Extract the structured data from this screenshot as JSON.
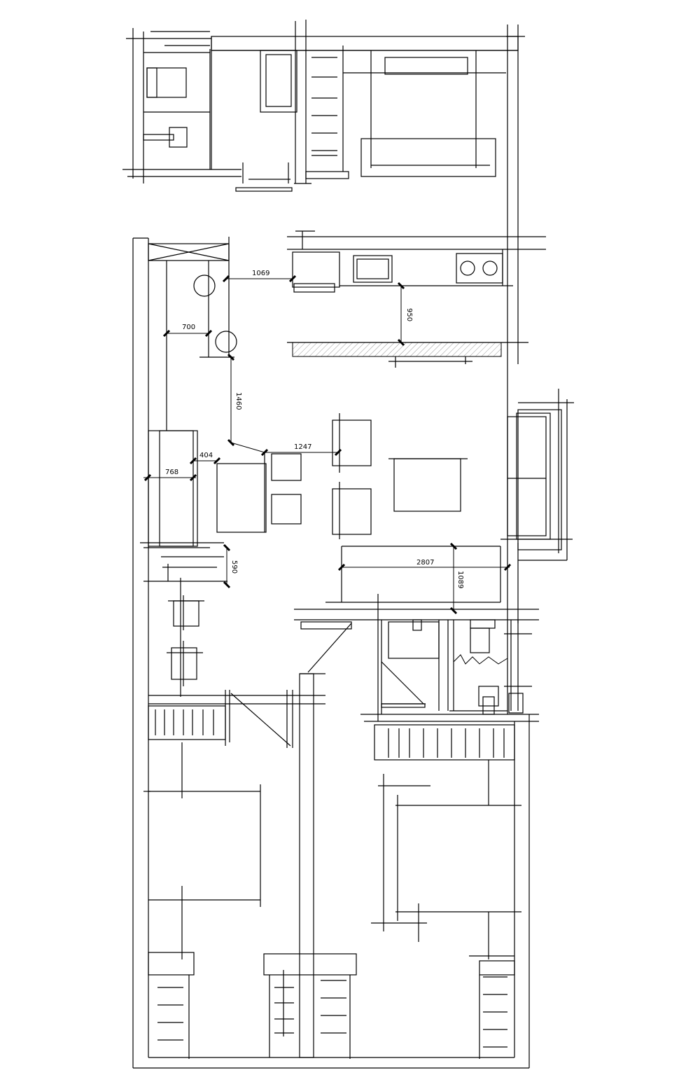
{
  "dimensions": {
    "d1069_top": "1069",
    "d700": "700",
    "d950": "950",
    "d1460": "1460",
    "d1247": "1247",
    "d404": "404",
    "d768": "768",
    "d590": "590",
    "d2807": "2807",
    "d1089": "1089"
  }
}
